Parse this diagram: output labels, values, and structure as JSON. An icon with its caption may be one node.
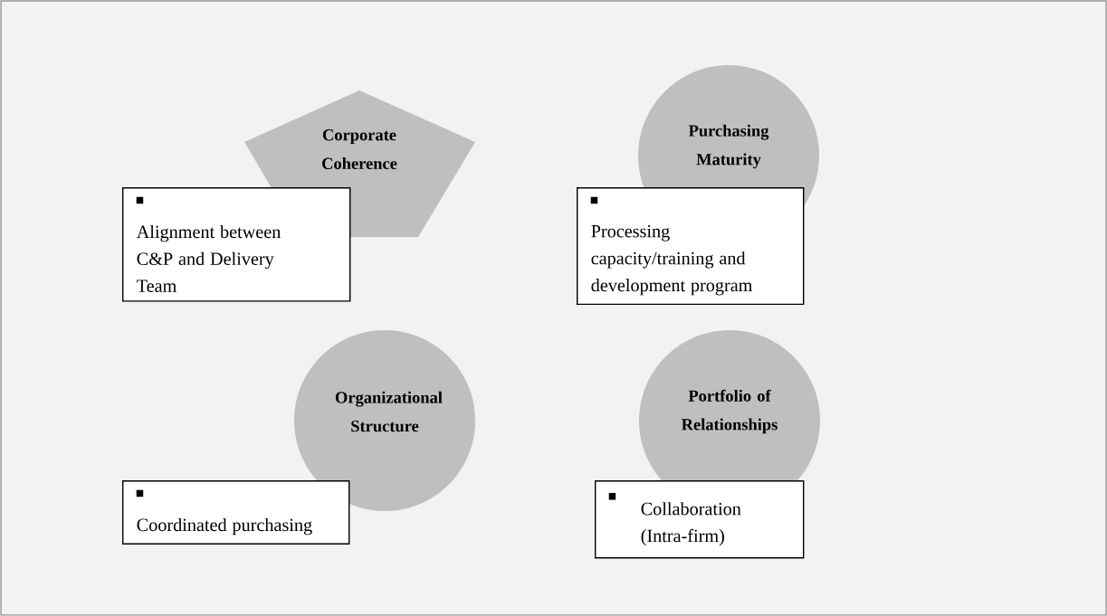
{
  "diagram": {
    "nodes": [
      {
        "text": [
          "Corporate Coherence"
        ]
      },
      {
        "text": [
          "Alignment between C&P and Delivery Team"
        ]
      },
      {
        "text": [
          "Purchasing Maturity"
        ]
      },
      {
        "text": [
          "Processing capacity/training and development program"
        ]
      },
      {
        "text": [
          "Organizational Structure"
        ]
      },
      {
        "text": [
          "Coordinated purchasing"
        ]
      },
      {
        "text": [
          "Portfolio of Relationships"
        ]
      },
      {
        "text": [
          "Collaboration (Intra-firm)"
        ]
      }
    ]
  }
}
